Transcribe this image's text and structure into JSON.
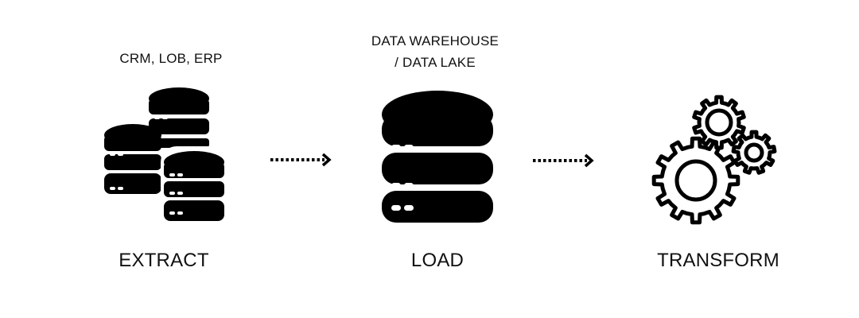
{
  "diagram": {
    "colors": {
      "ink": "#000000",
      "paper": "#ffffff"
    },
    "stages": [
      {
        "key": "extract",
        "title": "EXTRACT",
        "caption_lines": [
          "CRM, LOB, ERP"
        ],
        "icon": "stacked-databases-icon"
      },
      {
        "key": "load",
        "title": "LOAD",
        "caption_lines": [
          "DATA WAREHOUSE",
          "/ DATA LAKE"
        ],
        "icon": "database-icon"
      },
      {
        "key": "transform",
        "title": "TRANSFORM",
        "caption_lines": [],
        "icon": "gears-icon"
      }
    ],
    "connectors": [
      {
        "from": "extract",
        "to": "load",
        "style": "dotted-arrow"
      },
      {
        "from": "load",
        "to": "transform",
        "style": "dotted-arrow"
      }
    ]
  }
}
